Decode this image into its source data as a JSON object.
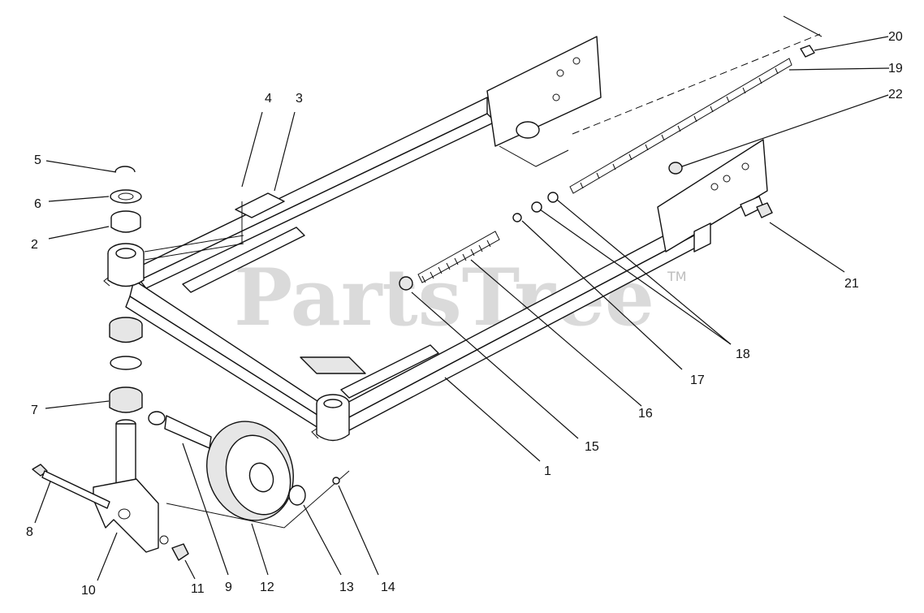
{
  "watermark": {
    "text": "PartsTree",
    "tm": "TM"
  },
  "callouts": {
    "c1": "1",
    "c2": "2",
    "c3": "3",
    "c4": "4",
    "c5": "5",
    "c6": "6",
    "c7": "7",
    "c8": "8",
    "c9": "9",
    "c10": "10",
    "c11": "11",
    "c12": "12",
    "c13": "13",
    "c14": "14",
    "c15": "15",
    "c16": "16",
    "c17": "17",
    "c18": "18",
    "c19": "19",
    "c20": "20",
    "c21": "21",
    "c22": "22"
  }
}
